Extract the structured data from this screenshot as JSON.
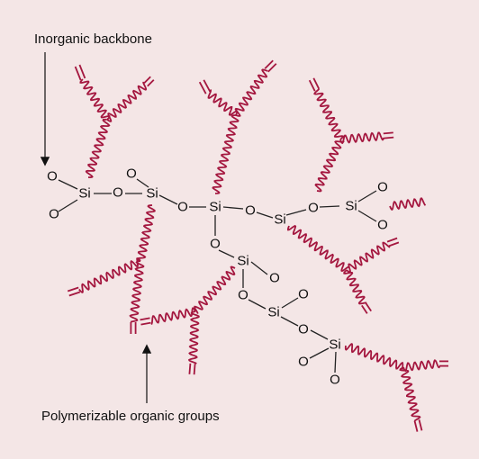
{
  "labels": {
    "backbone": "Inorganic backbone",
    "groups": "Polymerizable organic groups"
  },
  "atoms": {
    "si": "Si",
    "o": "O"
  },
  "colors": {
    "background": "#f4e6e6",
    "organic_chain": "#a4173f",
    "bond": "#222222",
    "text": "#111111"
  }
}
